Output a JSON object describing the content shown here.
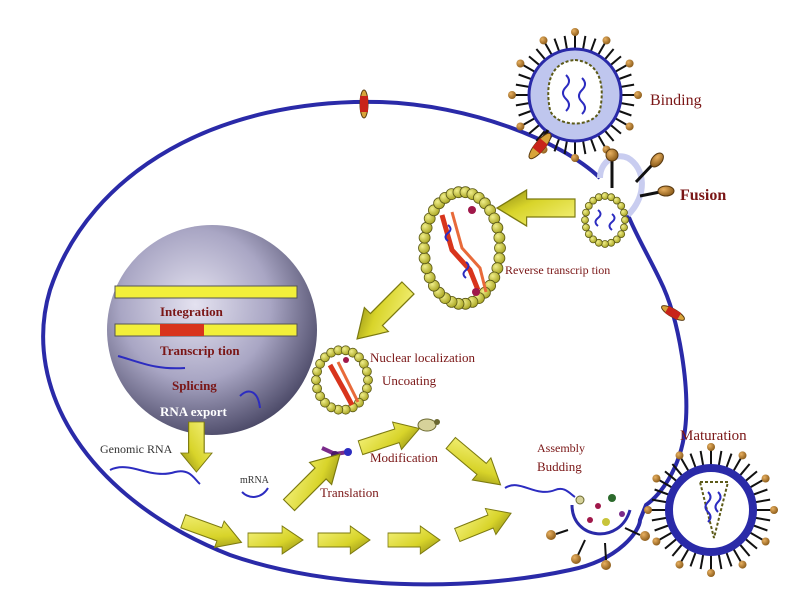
{
  "labels": {
    "binding": "Binding",
    "fusion": "Fusion",
    "reverse_transcription": "Reverse transcrip tion",
    "integration": "Integration",
    "transcription": "Transcrip tion",
    "splicing": "Splicing",
    "rna_export": "RNA export",
    "nuclear_localization": "Nuclear localization",
    "uncoating": "Uncoating",
    "genomic_rna": "Genomic RNA",
    "mrna": "mRNA",
    "modification": "Modification",
    "translation": "Translation",
    "assembly": "Assembly",
    "budding": "Budding",
    "maturation": "Maturation"
  },
  "colors": {
    "membrane": "#2a2aa8",
    "membrane_light": "#c9cdf0",
    "label_red": "#7a1616",
    "bead_fill": "#c8c43a",
    "bead_stroke": "#5c5a18",
    "arrow_yellow": "#e6e23c",
    "arrow_dark": "#7c7a10",
    "dna_yellow": "#f2ef3a",
    "insert_red": "#d8341c",
    "rna_blue": "#2c2cc0",
    "nucleus_light": "#c6c4d8",
    "nucleus_dark": "#4a4866",
    "spike_brown": "#9a6a24"
  }
}
